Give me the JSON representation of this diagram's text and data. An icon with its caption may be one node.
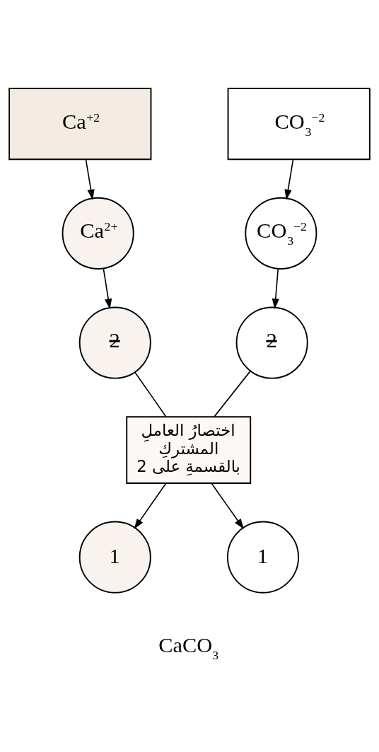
{
  "diagram": {
    "nodes": [
      {
        "text": [
          "Ca$^{+2}$"
        ]
      },
      {
        "text": [
          "CO$_{3}$$^{−2}$"
        ]
      },
      {
        "text": [
          "Ca$^{2+}$"
        ]
      },
      {
        "text": [
          "CO$_{3}$$^{−2}$"
        ]
      },
      {
        "text": [
          "2"
        ]
      },
      {
        "text": [
          "2"
        ]
      },
      {
        "text": [
          "اختصارُ العاملِ المشتركِ بالقسمةِ على 2"
        ]
      },
      {
        "text": [
          "1"
        ]
      },
      {
        "text": [
          "1"
        ]
      }
    ],
    "edges": [
      {
        "from": 0,
        "to": 2,
        "arrow": "to"
      },
      {
        "from": 1,
        "to": 3,
        "arrow": "to"
      },
      {
        "from": 2,
        "to": 4,
        "arrow": "to"
      },
      {
        "from": 3,
        "to": 5,
        "arrow": "to"
      },
      {
        "from": 4,
        "to": 6,
        "arrow": "none"
      },
      {
        "from": 5,
        "to": 6,
        "arrow": "none"
      },
      {
        "from": 6,
        "to": 7,
        "arrow": "to"
      },
      {
        "from": 6,
        "to": 8,
        "arrow": "to"
      }
    ],
    "labels": [
      "CaCO$_{3}$"
    ]
  }
}
